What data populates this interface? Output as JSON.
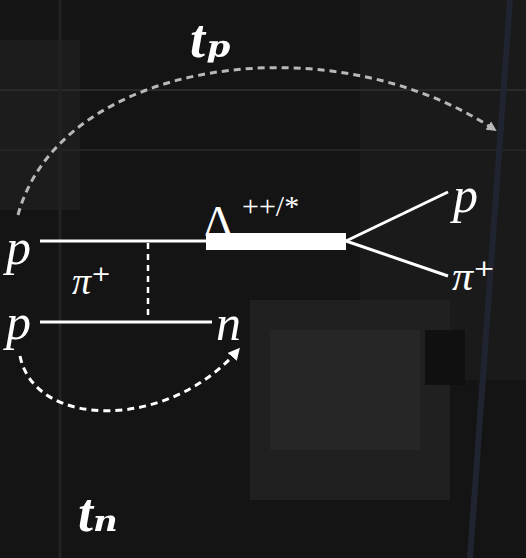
{
  "diagram": {
    "labels": [
      "tₚ",
      "Δ",
      "++/*",
      "p",
      "p",
      "π⁺",
      "π⁺",
      "p",
      "n",
      "tₙ"
    ]
  }
}
